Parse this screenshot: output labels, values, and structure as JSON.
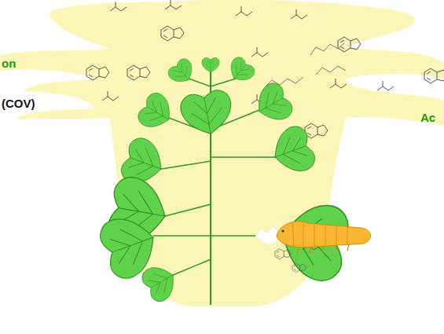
{
  "diagram": {
    "labels": [
      "on",
      "(COV)",
      "Ac"
    ]
  }
}
